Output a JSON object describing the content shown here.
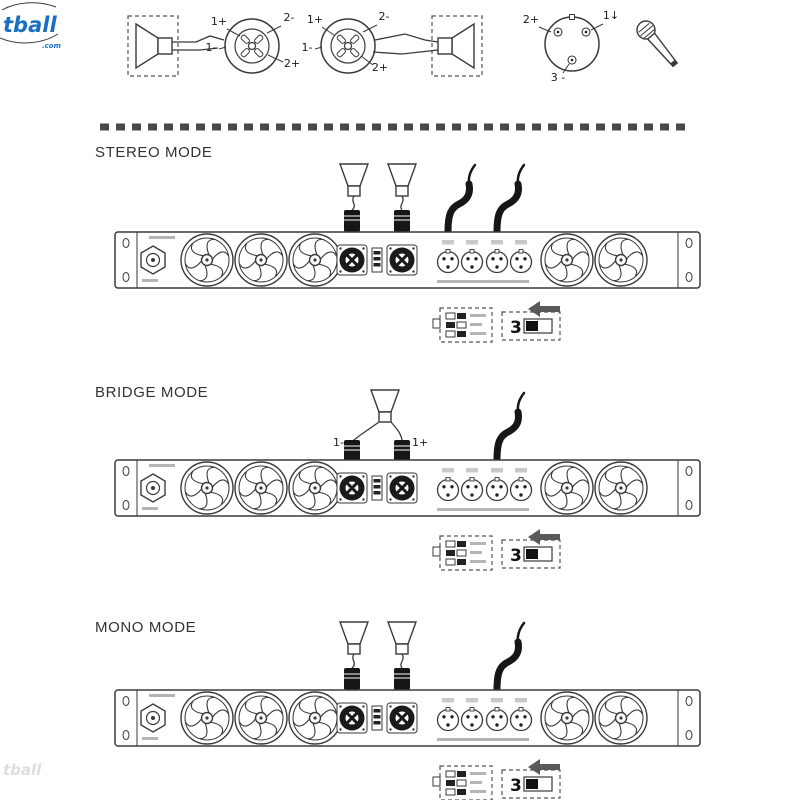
{
  "watermark": {
    "text": "tball",
    "suffix": ".com"
  },
  "pinout": {
    "left_speakon": {
      "top_left": "1+",
      "top_right": "2-",
      "left": "1-",
      "bottom_right": "2+"
    },
    "right_speakon": {
      "top_left": "1+",
      "top_right": "2-",
      "left": "1-",
      "bottom_right": "2+"
    },
    "xlr": {
      "top_left": "2+",
      "top_right": "1↓",
      "bottom": "3 -"
    }
  },
  "sections": [
    {
      "title": "STEREO MODE",
      "switch_label": "3"
    },
    {
      "title": "BRIDGE MODE",
      "switch_label": "3",
      "wire_left": "1-",
      "wire_right": "1+"
    },
    {
      "title": "MONO MODE",
      "switch_label": "3"
    }
  ]
}
